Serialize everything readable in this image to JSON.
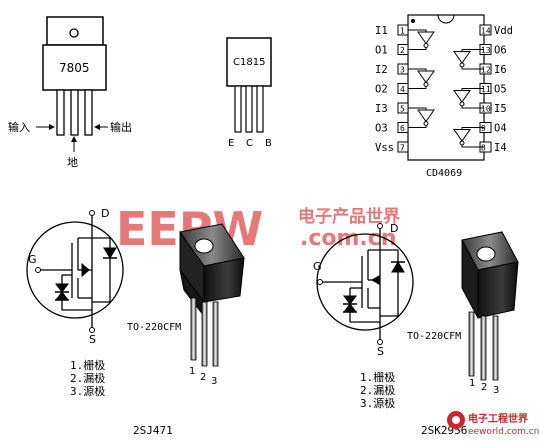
{
  "reg7805": {
    "part": "7805",
    "input_label": "输入",
    "output_label": "输出",
    "ground_label": "地"
  },
  "c1815": {
    "part": "C1815",
    "pins": [
      "E",
      "C",
      "B"
    ]
  },
  "cd4069": {
    "part": "CD4069",
    "left_pins": [
      {
        "num": "1",
        "label": "I1"
      },
      {
        "num": "2",
        "label": "O1"
      },
      {
        "num": "3",
        "label": "I2"
      },
      {
        "num": "4",
        "label": "O2"
      },
      {
        "num": "5",
        "label": "I3"
      },
      {
        "num": "6",
        "label": "O3"
      },
      {
        "num": "7",
        "label": "Vss"
      }
    ],
    "right_pins": [
      {
        "num": "14",
        "label": "Vdd"
      },
      {
        "num": "13",
        "label": "O6"
      },
      {
        "num": "12",
        "label": "I6"
      },
      {
        "num": "11",
        "label": "O5"
      },
      {
        "num": "10",
        "label": "I5"
      },
      {
        "num": "9",
        "label": "O4"
      },
      {
        "num": "8",
        "label": "I4"
      }
    ]
  },
  "mosfet_left": {
    "part": "2SJ471",
    "package": "TO-220CFM",
    "gate": "G",
    "drain": "D",
    "source": "S",
    "pin_numbers": [
      "1",
      "2",
      "3"
    ],
    "legend": [
      "1.栅极",
      "2.漏极",
      "3.源极"
    ]
  },
  "mosfet_right": {
    "part": "2SK2956",
    "package": "TO-220CFM",
    "gate": "G",
    "drain": "D",
    "source": "S",
    "pin_numbers": [
      "1",
      "2",
      "3"
    ],
    "legend": [
      "1.栅极",
      "2.漏极",
      "3.源极"
    ]
  },
  "watermark": {
    "brand": "EEPW",
    "cn": "电子产品世界",
    "url": ".com.cn"
  },
  "footer_logo": {
    "cn": "电子工程世界",
    "url": "eeworld.com.cn"
  },
  "colors": {
    "watermark_red": "#e36a6a",
    "footer_red": "#c8282d"
  }
}
